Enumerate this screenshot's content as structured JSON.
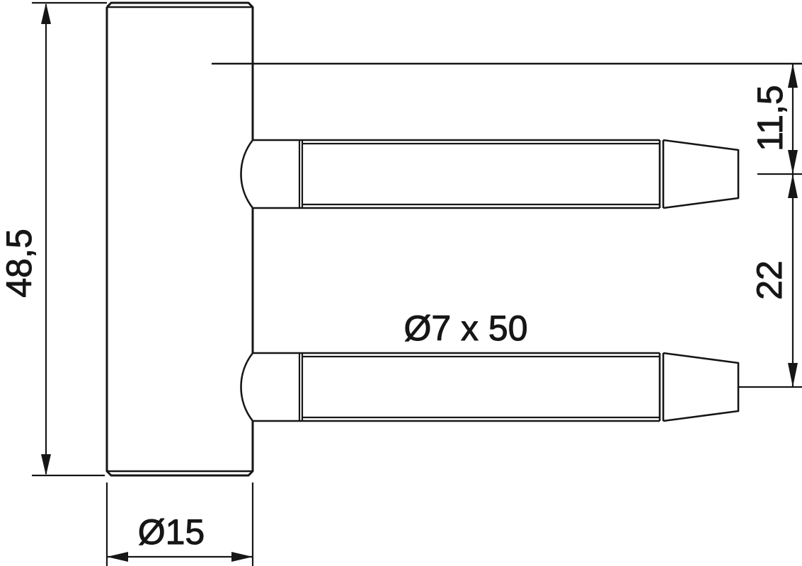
{
  "meta": {
    "background_color": "#ffffff",
    "line_color": "#161616"
  },
  "labels": {
    "height": "48,5",
    "diameter": "Ø15",
    "pin_spec": "Ø7 x 50",
    "offset": "11,5",
    "spacing": "22"
  }
}
